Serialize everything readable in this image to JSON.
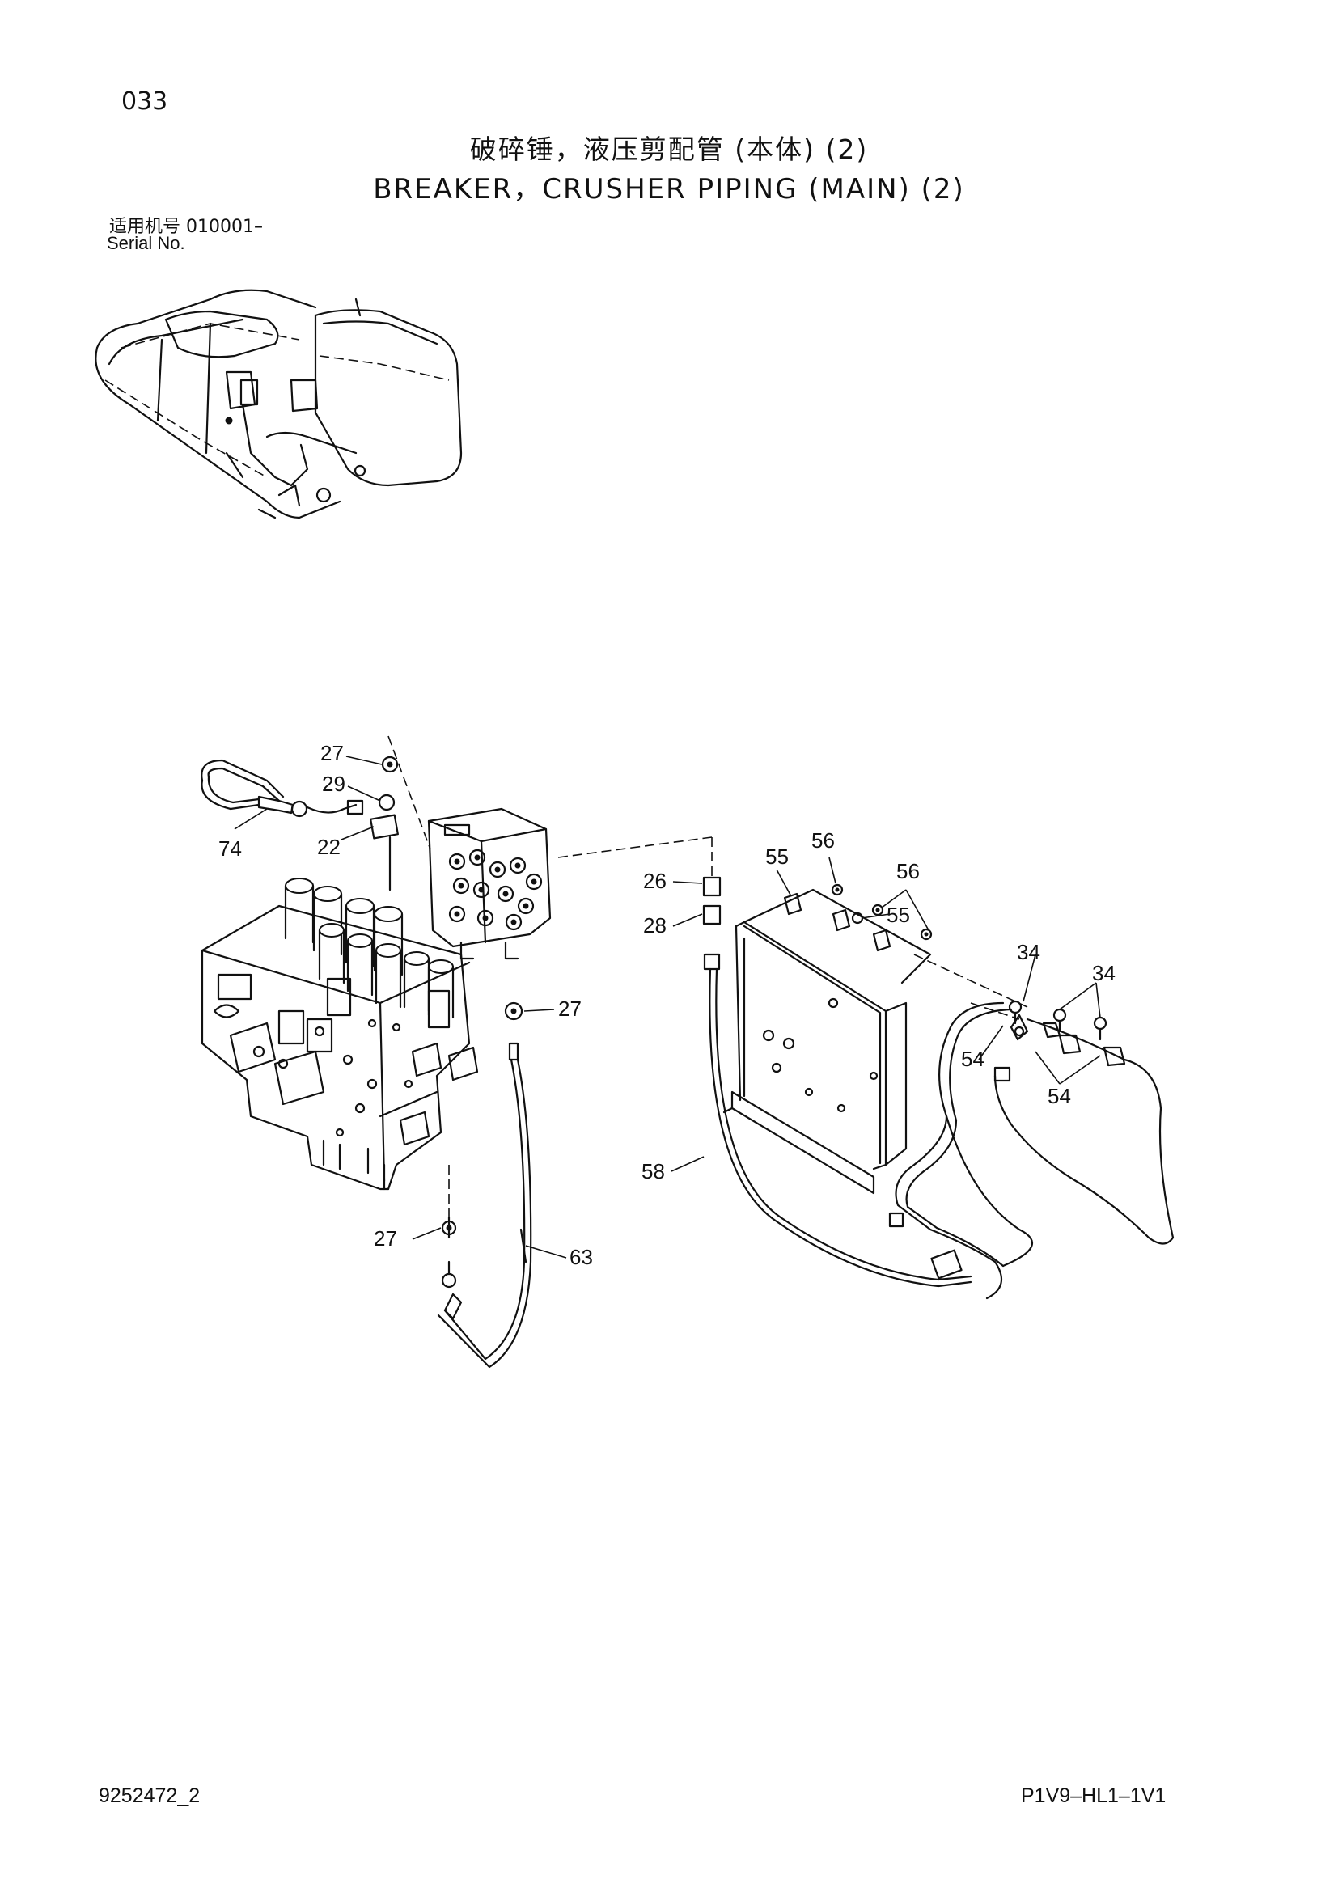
{
  "header": {
    "page_number": "033",
    "title_cn": "破碎锤，液压剪配管 (本体) (2)",
    "title_en": "BREAKER，CRUSHER PIPING (MAIN) (2)",
    "serial_cn": "适用机号  010001–",
    "serial_en": "Serial No."
  },
  "callouts": {
    "c27a": "27",
    "c29": "29",
    "c22": "22",
    "c74": "74",
    "c27b": "27",
    "c27c": "27",
    "c63": "63",
    "c26": "26",
    "c28": "28",
    "c58": "58",
    "c55a": "55",
    "c56a": "56",
    "c56b": "56",
    "c55b": "55",
    "c34a": "34",
    "c34b": "34",
    "c54a": "54",
    "c54b": "54"
  },
  "footer": {
    "document_id": "9252472_2",
    "drawing_code": "P1V9–HL1–1V1"
  }
}
